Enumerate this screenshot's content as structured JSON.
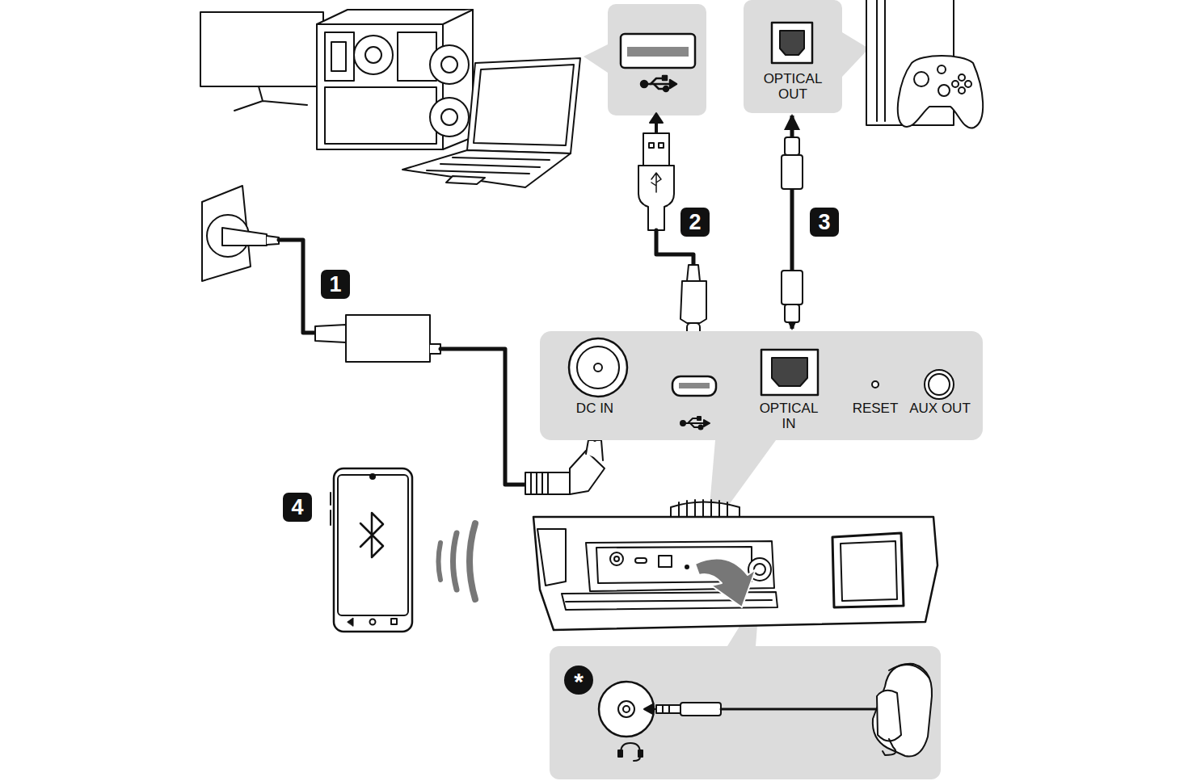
{
  "diagram": {
    "nodes": [
      {
        "text": [
          "OPTICAL OUT"
        ]
      },
      {
        "text": [
          "DC IN",
          "OPTICAL IN",
          "RESET",
          "AUX OUT"
        ]
      }
    ],
    "edges": [
      {
        "from": 0,
        "to": 1,
        "arrow": "both",
        "label": "3"
      }
    ],
    "labels": [
      "1",
      "2",
      "4",
      "*"
    ]
  }
}
